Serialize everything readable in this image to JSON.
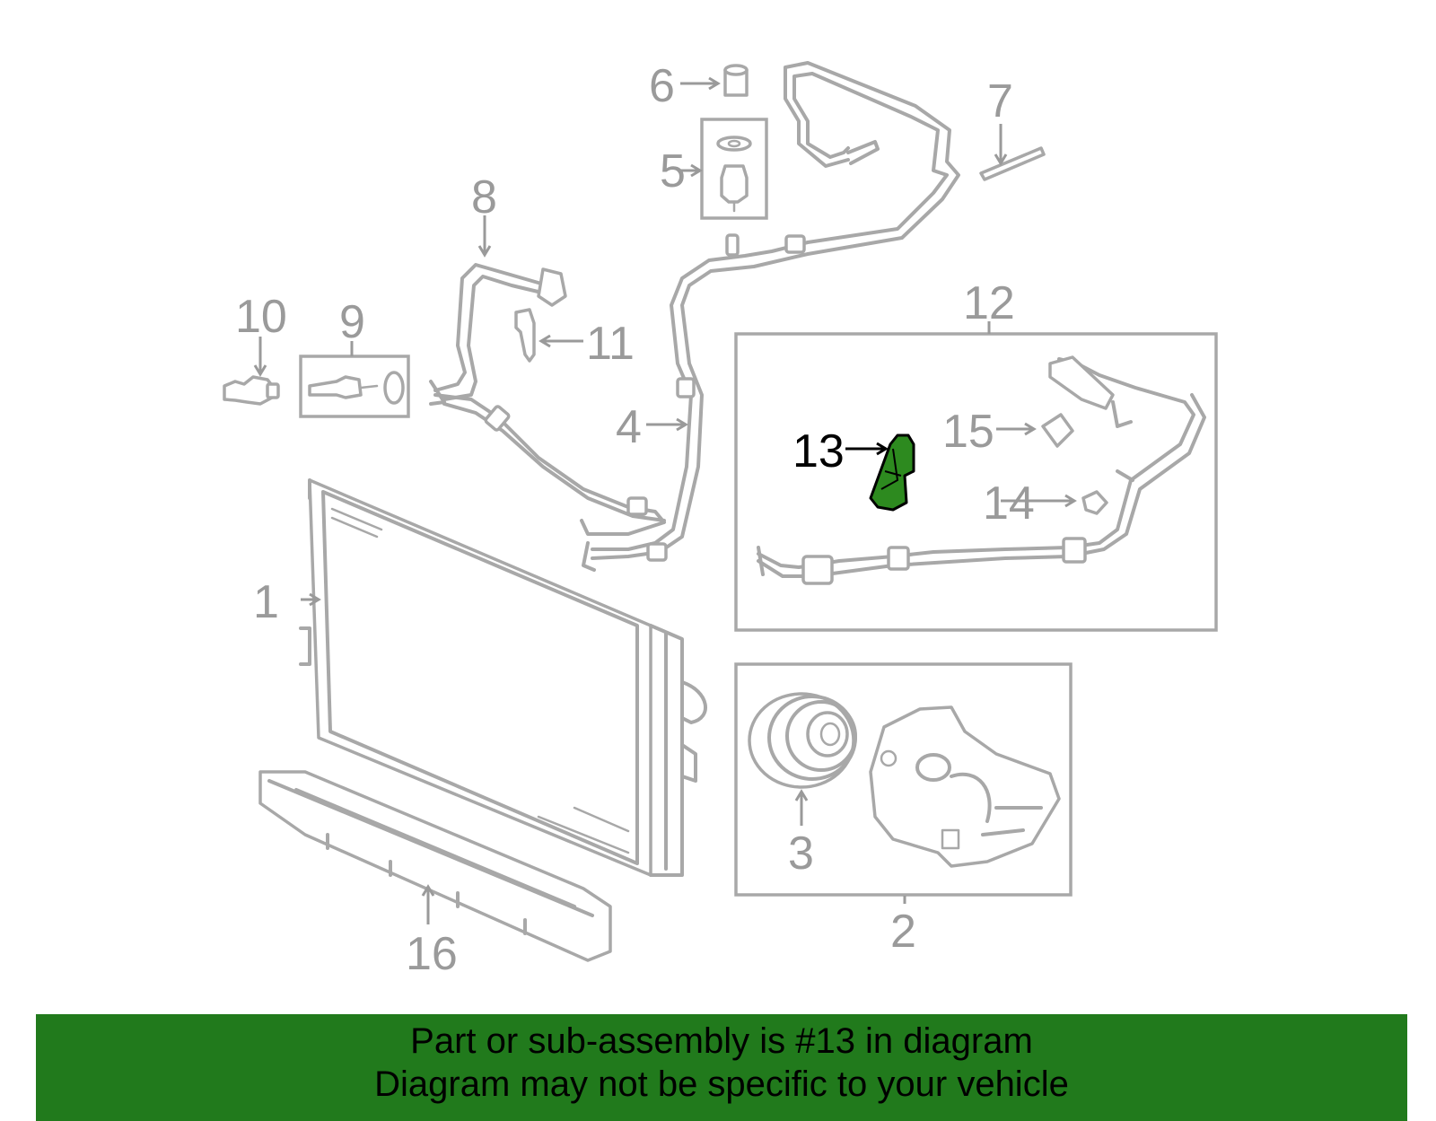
{
  "callouts": {
    "c1": "1",
    "c2": "2",
    "c3": "3",
    "c4": "4",
    "c5": "5",
    "c6": "6",
    "c7": "7",
    "c8": "8",
    "c9": "9",
    "c10": "10",
    "c11": "11",
    "c12": "12",
    "c13": "13",
    "c14": "14",
    "c15": "15",
    "c16": "16"
  },
  "highlight": {
    "part": "13",
    "color": "#2d8a1f"
  },
  "footer": {
    "line1": "Part or sub-assembly is #13 in diagram",
    "line2": "Diagram may not be specific to your vehicle",
    "background": "#217a1c"
  }
}
